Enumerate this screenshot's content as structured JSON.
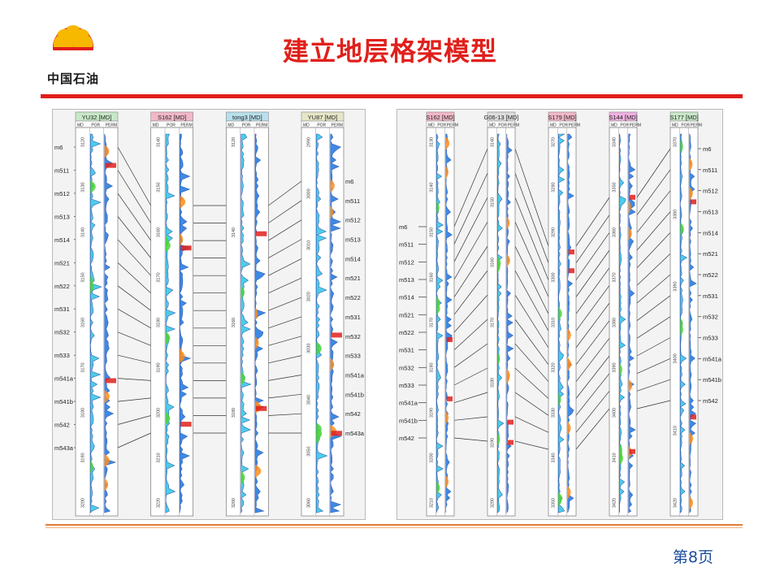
{
  "brand": {
    "logo_text": "中国石油",
    "logo_colors": [
      "#e01e1b",
      "#f7b800"
    ]
  },
  "title": "建立地层格架模型",
  "page_number": "第8页",
  "colors": {
    "accent": "#e01e1b",
    "bottom_rule": "#e47a38",
    "page_number": "#1b4c9b"
  },
  "left_panel": {
    "wells": [
      {
        "name": "YU32 [MD]",
        "header_color": "#c8e8c8",
        "depth_ticks": [
          "3120",
          "3130",
          "3140",
          "3150",
          "3160",
          "3170",
          "3180",
          "3190",
          "3200"
        ]
      },
      {
        "name": "S162 [MD]",
        "header_color": "#f2b8c8",
        "depth_ticks": [
          "3140",
          "3150",
          "3160",
          "3170",
          "3180",
          "3190",
          "3200",
          "3210",
          "3220"
        ]
      },
      {
        "name": "tong3 [MD]",
        "header_color": "#b8e0ec",
        "depth_ticks": [
          "3120",
          "3140",
          "3160",
          "3180",
          "3200"
        ]
      },
      {
        "name": "YU87 [MD]",
        "header_color": "#e6e6c8",
        "depth_ticks": [
          "2990",
          "3000",
          "3010",
          "3020",
          "3030",
          "3040",
          "3050",
          "3060"
        ]
      }
    ],
    "track_labels": [
      "MD",
      "POR",
      "PERM"
    ],
    "left_markers": [
      "m6",
      "m511",
      "m512",
      "m513",
      "m514",
      "m521",
      "m522",
      "m531",
      "m532",
      "m533",
      "m541a",
      "m541b",
      "m542",
      "m543a"
    ],
    "right_markers": [
      "m6",
      "m511",
      "m512",
      "m513",
      "m514",
      "m521",
      "m522",
      "m531",
      "m532",
      "m533",
      "m541a",
      "m541b",
      "m542",
      "m543a"
    ]
  },
  "right_panel": {
    "wells": [
      {
        "name": "S162 [MD]",
        "header_color": "#f2b8c8",
        "depth_ticks": [
          "3130",
          "3140",
          "3150",
          "3160",
          "3170",
          "3180",
          "3190",
          "3200",
          "3210"
        ]
      },
      {
        "name": "G06-13 [MD]",
        "header_color": "#dddddd",
        "depth_ticks": [
          "3140",
          "3150",
          "3160",
          "3170",
          "3180",
          "3190",
          "3200"
        ]
      },
      {
        "name": "S179 [MD]",
        "header_color": "#f2b8c8",
        "depth_ticks": [
          "3270",
          "3280",
          "3290",
          "3300",
          "3310",
          "3320",
          "3330",
          "3340",
          "3350"
        ]
      },
      {
        "name": "S144 [MD]",
        "header_color": "#f0b0e0",
        "depth_ticks": [
          "3340",
          "3350",
          "3360",
          "3370",
          "3380",
          "3390",
          "3400",
          "3410",
          "3420"
        ]
      },
      {
        "name": "S177 [MD]",
        "header_color": "#c8e8c8",
        "depth_ticks": [
          "3370",
          "3380",
          "3390",
          "3400",
          "3410",
          "3420"
        ]
      }
    ],
    "left_markers": [
      "m6",
      "m511",
      "m512",
      "m513",
      "m514",
      "m521",
      "m522",
      "m531",
      "m532",
      "m533",
      "m541a",
      "m541b",
      "m542"
    ],
    "right_markers": [
      "m6",
      "m511",
      "m512",
      "m513",
      "m514",
      "m521",
      "m522",
      "m531",
      "m532",
      "m533",
      "m541a",
      "m541b",
      "m542"
    ]
  }
}
